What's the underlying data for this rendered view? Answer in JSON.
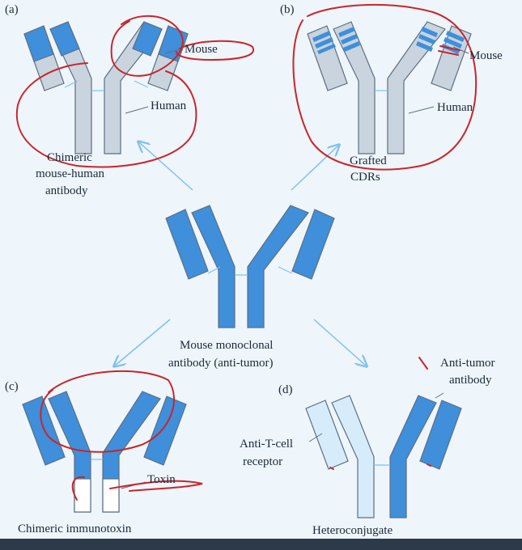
{
  "colors": {
    "mouse_blue": "#3f8fdb",
    "human_gray": "#c9d4df",
    "pale_blue": "#d6ecfb",
    "outline": "#5d6f82",
    "arrow": "#7ec0ef",
    "annotation_red": "#c8262b"
  },
  "panels": {
    "a": {
      "panel_label": "(a)",
      "mouse_label": "Mouse",
      "human_label": "Human",
      "caption_lines": [
        "Chimeric",
        "mouse-human",
        "antibody"
      ]
    },
    "b": {
      "panel_label": "(b)",
      "mouse_label": "Mouse",
      "human_label": "Human",
      "caption_lines": [
        "Grafted",
        "CDRs"
      ]
    },
    "center": {
      "caption_lines": [
        "Mouse monoclonal",
        "antibody (anti-tumor)"
      ]
    },
    "c": {
      "panel_label": "(c)",
      "toxin_label": "Toxin",
      "caption": "Chimeric immunotoxin"
    },
    "d": {
      "panel_label": "(d)",
      "left_label_lines": [
        "Anti-T-cell",
        "receptor"
      ],
      "right_label_lines": [
        "Anti-tumor",
        "antibody"
      ],
      "caption": "Heteroconjugate"
    }
  }
}
